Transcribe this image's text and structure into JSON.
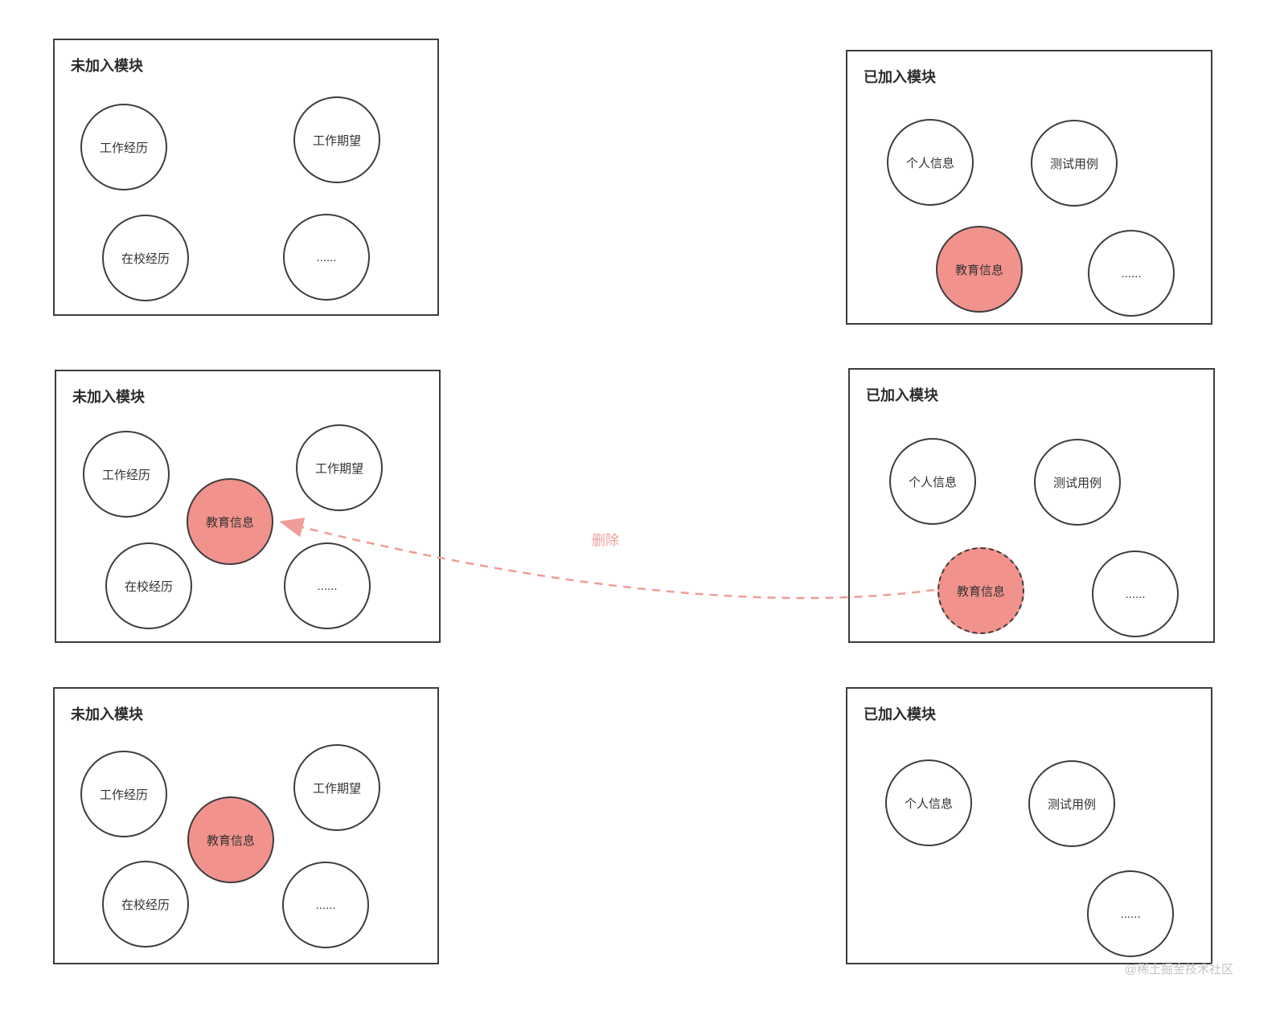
{
  "colors": {
    "stroke": "#3d3d3d",
    "pink_fill": "#f2928d",
    "arrow_pink": "#ef9d98",
    "text": "#333333",
    "watermark": "#c4c4c4"
  },
  "arrow": {
    "label": "删除"
  },
  "watermark": {
    "text": "@稀土掘金技术社区"
  },
  "panels": [
    {
      "title": "未加入模块",
      "circles": [
        {
          "label": "工作经历",
          "variant": "plain"
        },
        {
          "label": "工作期望",
          "variant": "plain"
        },
        {
          "label": "在校经历",
          "variant": "plain"
        },
        {
          "label": "......",
          "variant": "plain"
        }
      ]
    },
    {
      "title": "已加入模块",
      "circles": [
        {
          "label": "个人信息",
          "variant": "plain"
        },
        {
          "label": "测试用例",
          "variant": "plain"
        },
        {
          "label": "教育信息",
          "variant": "pink"
        },
        {
          "label": "......",
          "variant": "plain"
        }
      ]
    },
    {
      "title": "未加入模块",
      "circles": [
        {
          "label": "工作经历",
          "variant": "plain"
        },
        {
          "label": "工作期望",
          "variant": "plain"
        },
        {
          "label": "教育信息",
          "variant": "pink"
        },
        {
          "label": "在校经历",
          "variant": "plain"
        },
        {
          "label": "......",
          "variant": "plain"
        }
      ]
    },
    {
      "title": "已加入模块",
      "circles": [
        {
          "label": "个人信息",
          "variant": "plain"
        },
        {
          "label": "测试用例",
          "variant": "plain"
        },
        {
          "label": "教育信息",
          "variant": "pink-dashed"
        },
        {
          "label": "......",
          "variant": "plain"
        }
      ]
    },
    {
      "title": "未加入模块",
      "circles": [
        {
          "label": "工作经历",
          "variant": "plain"
        },
        {
          "label": "工作期望",
          "variant": "plain"
        },
        {
          "label": "教育信息",
          "variant": "pink"
        },
        {
          "label": "在校经历",
          "variant": "plain"
        },
        {
          "label": "......",
          "variant": "plain"
        }
      ]
    },
    {
      "title": "已加入模块",
      "circles": [
        {
          "label": "个人信息",
          "variant": "plain"
        },
        {
          "label": "测试用例",
          "variant": "plain"
        },
        {
          "label": "......",
          "variant": "plain"
        }
      ]
    }
  ]
}
